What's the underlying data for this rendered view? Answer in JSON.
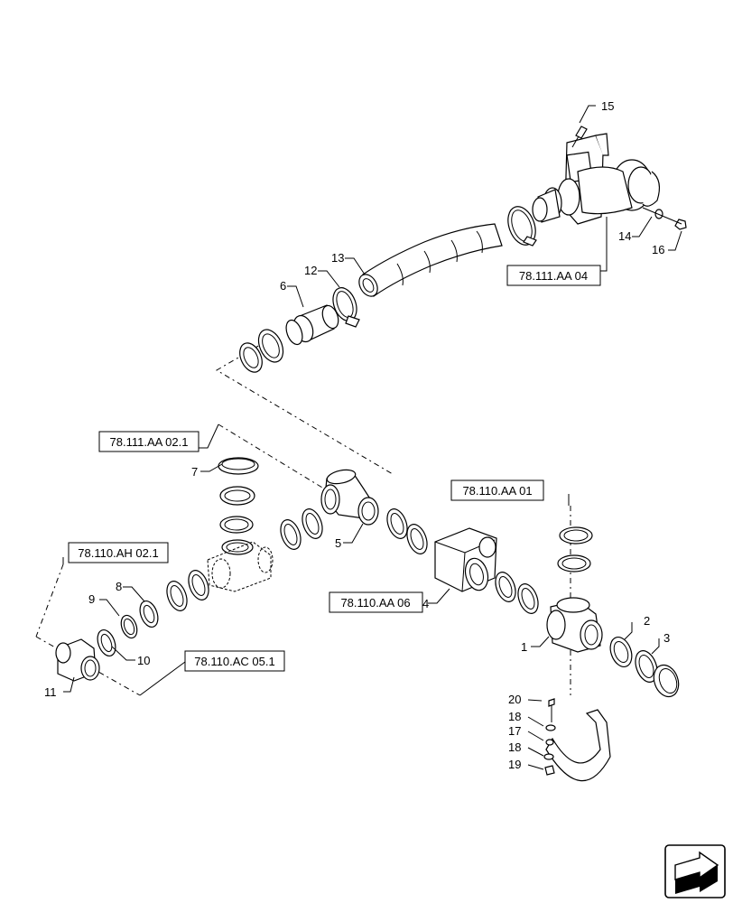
{
  "callouts": [
    {
      "id": "c15",
      "text": "15"
    },
    {
      "id": "c14",
      "text": "14"
    },
    {
      "id": "c16",
      "text": "16"
    },
    {
      "id": "c13",
      "text": "13"
    },
    {
      "id": "c12",
      "text": "12"
    },
    {
      "id": "c6",
      "text": "6"
    },
    {
      "id": "c7",
      "text": "7"
    },
    {
      "id": "c5",
      "text": "5"
    },
    {
      "id": "c4",
      "text": "4"
    },
    {
      "id": "c9",
      "text": "9"
    },
    {
      "id": "c8",
      "text": "8"
    },
    {
      "id": "c10",
      "text": "10"
    },
    {
      "id": "c11",
      "text": "11"
    },
    {
      "id": "c1",
      "text": "1"
    },
    {
      "id": "c2",
      "text": "2"
    },
    {
      "id": "c3",
      "text": "3"
    },
    {
      "id": "c20",
      "text": "20"
    },
    {
      "id": "c18a",
      "text": "18"
    },
    {
      "id": "c17",
      "text": "17"
    },
    {
      "id": "c18b",
      "text": "18"
    },
    {
      "id": "c19",
      "text": "19"
    }
  ],
  "references": [
    {
      "id": "r1",
      "text": "78.111.AA 04"
    },
    {
      "id": "r2",
      "text": "78.111.AA 02.1"
    },
    {
      "id": "r3",
      "text": "78.110.AA 01"
    },
    {
      "id": "r4",
      "text": "78.110.AH 02.1"
    },
    {
      "id": "r5",
      "text": "78.110.AA 06"
    },
    {
      "id": "r6",
      "text": "78.110.AC 05.1"
    }
  ],
  "icons": {
    "nav": "next-page-arrow-icon"
  }
}
